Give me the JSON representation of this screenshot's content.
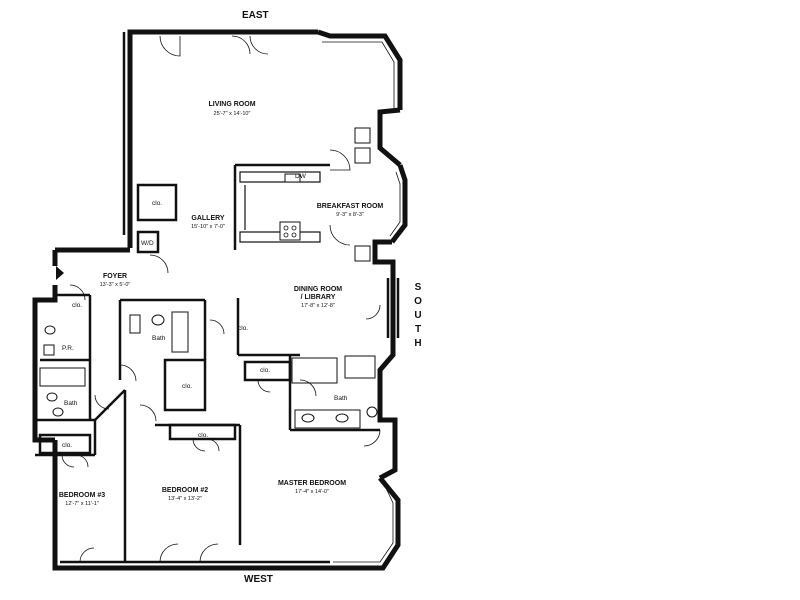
{
  "compass": {
    "north_side": "EAST",
    "south_side": "WEST",
    "right_side": "SOUTH"
  },
  "rooms": {
    "living_room": {
      "name": "LIVING ROOM",
      "dims": "25'-7\" x 14'-10\""
    },
    "breakfast_room": {
      "name": "BREAKFAST ROOM",
      "dims": "9'-3\" x 8'-3\""
    },
    "gallery": {
      "name": "GALLERY",
      "dims": "15'-10\" x 7'-0\""
    },
    "foyer": {
      "name": "FOYER",
      "dims": "13'-3\" x 5'-0\""
    },
    "dining_room": {
      "name_line1": "DINING ROOM",
      "name_line2": "/ LIBRARY",
      "dims": "17'-8\" x 12'-8\""
    },
    "bedroom_3": {
      "name": "BEDROOM #3",
      "dims": "12'-7\" x 11'-1\""
    },
    "bedroom_2": {
      "name": "BEDROOM #2",
      "dims": "13'-4\" x 13'-2\""
    },
    "master_bedroom": {
      "name": "MASTER BEDROOM",
      "dims": "17'-4\" x 14'-0\""
    }
  },
  "labels": {
    "closet": "clo.",
    "bath": "Bath",
    "powder_room": "P.R.",
    "washer_dryer": "W/D",
    "dishwasher": "DW"
  }
}
